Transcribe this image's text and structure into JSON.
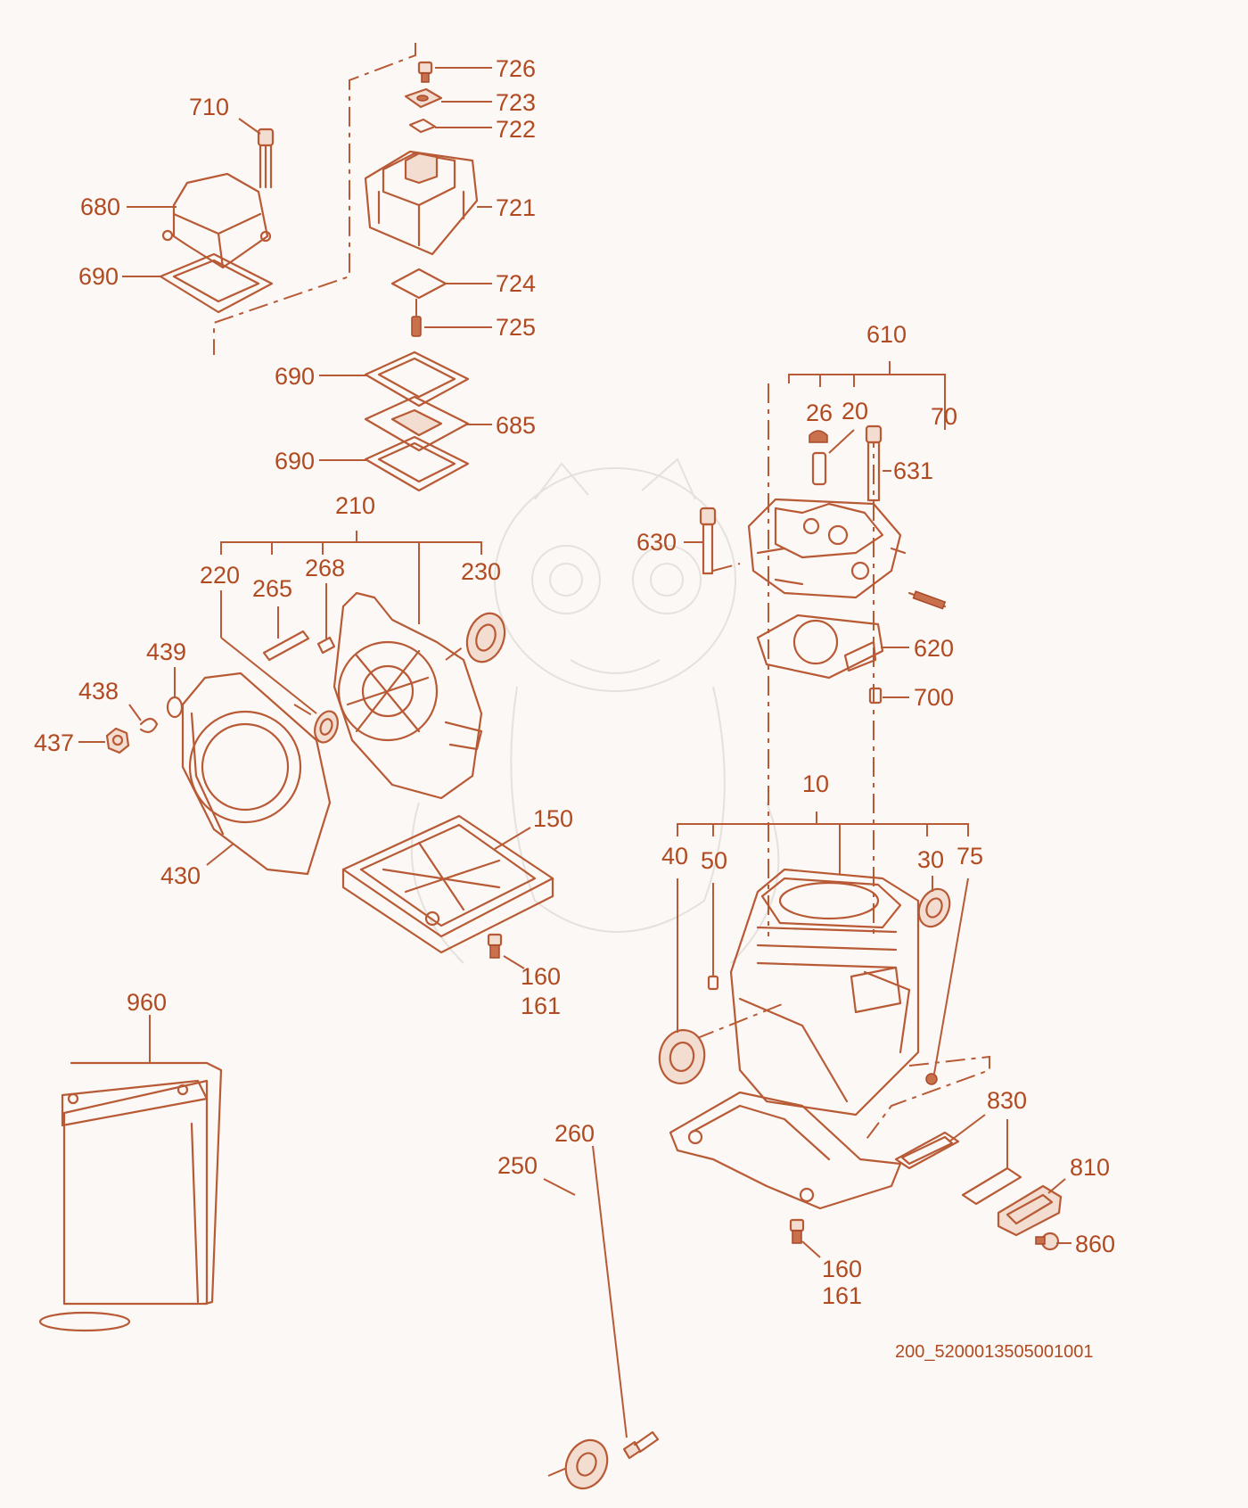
{
  "colors": {
    "line": "#b85a35",
    "label": "#b14a20",
    "background": "#fbf8f5"
  },
  "labels": {
    "l726": "726",
    "l723": "723",
    "l722": "722",
    "l710": "710",
    "l721": "721",
    "l680": "680",
    "l690a": "690",
    "l724": "724",
    "l725": "725",
    "l690b": "690",
    "l685": "685",
    "l690c": "690",
    "l610": "610",
    "l26": "26",
    "l20": "20",
    "l70": "70",
    "l631": "631",
    "l630": "630",
    "l620": "620",
    "l700": "700",
    "l210": "210",
    "l220": "220",
    "l265": "265",
    "l268": "268",
    "l230": "230",
    "l439": "439",
    "l438": "438",
    "l437": "437",
    "l150": "150",
    "l430": "430",
    "l160a": "160",
    "l161a": "161",
    "l10": "10",
    "l40": "40",
    "l50": "50",
    "l30": "30",
    "l75": "75",
    "l960": "960",
    "l830": "830",
    "l260": "260",
    "l250": "250",
    "l810": "810",
    "l860": "860",
    "l160b": "160",
    "l161b": "161"
  },
  "footer": {
    "code": "200_5200013505001001"
  }
}
